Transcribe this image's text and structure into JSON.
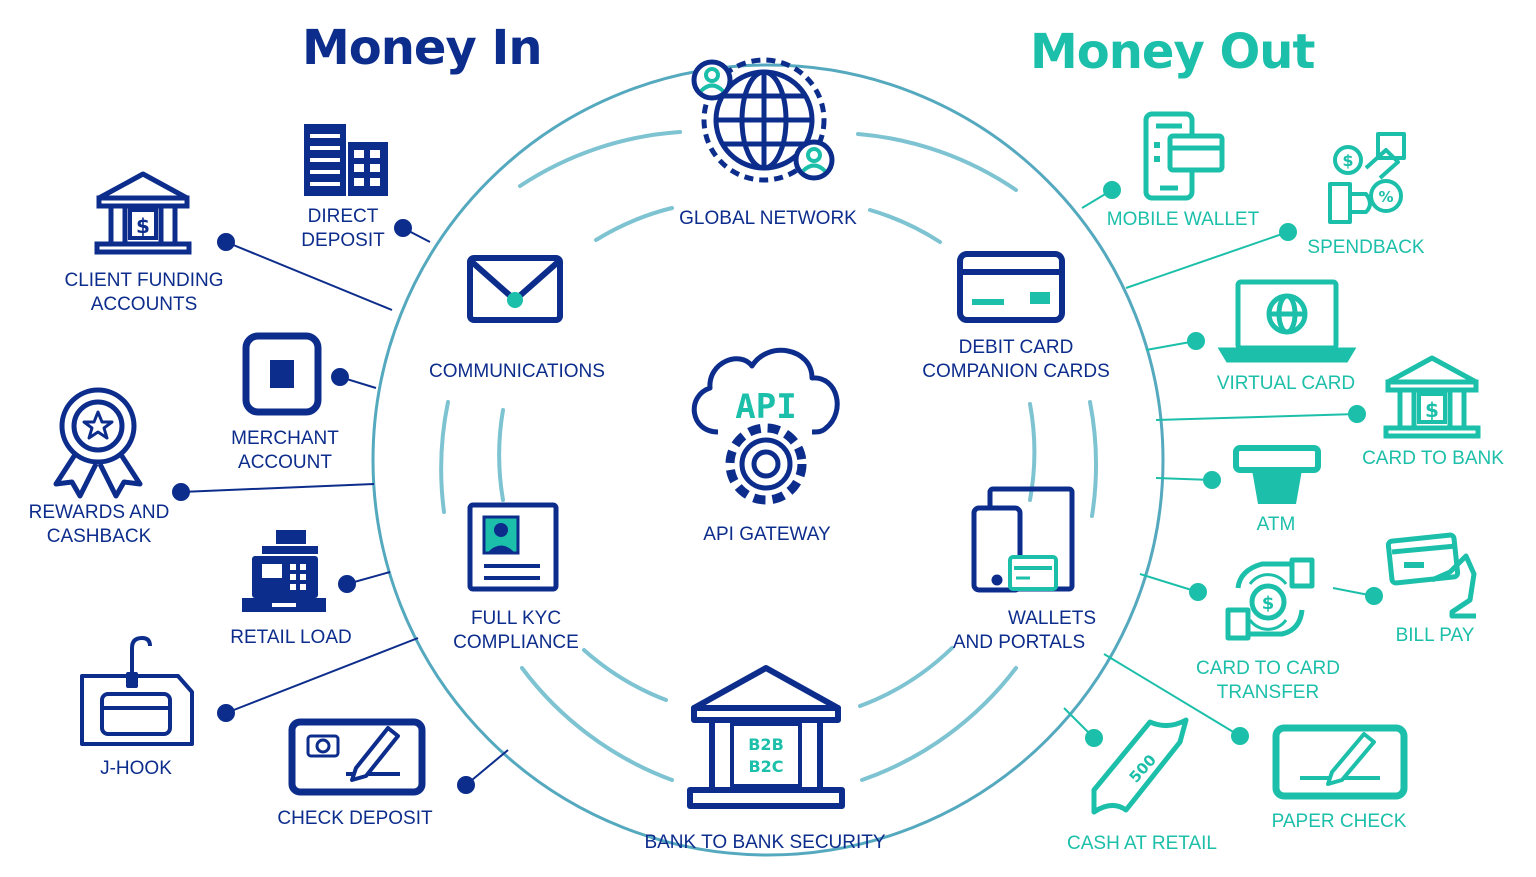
{
  "colors": {
    "navy": "#0d2d8c",
    "teal": "#1cbfa9",
    "ring": "#55a9bf",
    "arc": "#7dc3d2"
  },
  "headings": {
    "money_in": "Money In",
    "money_out": "Money Out"
  },
  "center": {
    "label": "API GATEWAY",
    "icon_text": "API",
    "icon": "cloud-gear-icon"
  },
  "ring_items": {
    "global_network": {
      "label": "GLOBAL NETWORK",
      "icon": "globe-network-icon"
    },
    "communications": {
      "label": "COMMUNICATIONS",
      "icon": "envelope-icon"
    },
    "debit_card": {
      "line1": "DEBIT CARD",
      "line2": "COMPANION CARDS",
      "icon": "credit-card-icon"
    },
    "kyc": {
      "line1": "FULL KYC",
      "line2": "COMPLIANCE",
      "icon": "id-card-icon"
    },
    "wallets": {
      "line1": "WALLETS",
      "line2": "AND PORTALS",
      "icon": "devices-icon"
    },
    "bank_security": {
      "label": "BANK TO BANK SECURITY",
      "icon": "bank-icon",
      "icon_text1": "B2B",
      "icon_text2": "B2C"
    }
  },
  "money_in": {
    "direct_deposit": {
      "line1": "DIRECT",
      "line2": "DEPOSIT",
      "icon": "office-building-icon"
    },
    "client_funding": {
      "line1": "CLIENT FUNDING",
      "line2": "ACCOUNTS",
      "icon": "bank-dollar-icon"
    },
    "merchant_account": {
      "line1": "MERCHANT",
      "line2": "ACCOUNT",
      "icon": "square-terminal-icon"
    },
    "rewards": {
      "line1": "REWARDS AND",
      "line2": "CASHBACK",
      "icon": "award-ribbon-icon"
    },
    "retail_load": {
      "label": "RETAIL LOAD",
      "icon": "cash-register-icon"
    },
    "j_hook": {
      "label": "J-HOOK",
      "icon": "hanging-card-icon"
    },
    "check_deposit": {
      "label": "CHECK DEPOSIT",
      "icon": "camera-check-icon"
    }
  },
  "money_out": {
    "mobile_wallet": {
      "label": "MOBILE WALLET",
      "icon": "phone-card-icon"
    },
    "spendback": {
      "label": "SPENDBACK",
      "icon": "hands-coins-icon"
    },
    "virtual_card": {
      "label": "VIRTUAL CARD",
      "icon": "laptop-globe-icon"
    },
    "card_to_bank": {
      "label": "CARD TO BANK",
      "icon": "bank-dollar-icon"
    },
    "atm": {
      "label": "ATM",
      "icon": "atm-icon"
    },
    "card_to_card": {
      "line1": "CARD TO CARD",
      "line2": "TRANSFER",
      "icon": "hand-exchange-icon"
    },
    "bill_pay": {
      "label": "BILL PAY",
      "icon": "hand-card-icon"
    },
    "cash_at_retail": {
      "label": "CASH AT RETAIL",
      "icon": "banknote-icon",
      "icon_text": "500"
    },
    "paper_check": {
      "label": "PAPER CHECK",
      "icon": "check-pen-icon"
    }
  }
}
